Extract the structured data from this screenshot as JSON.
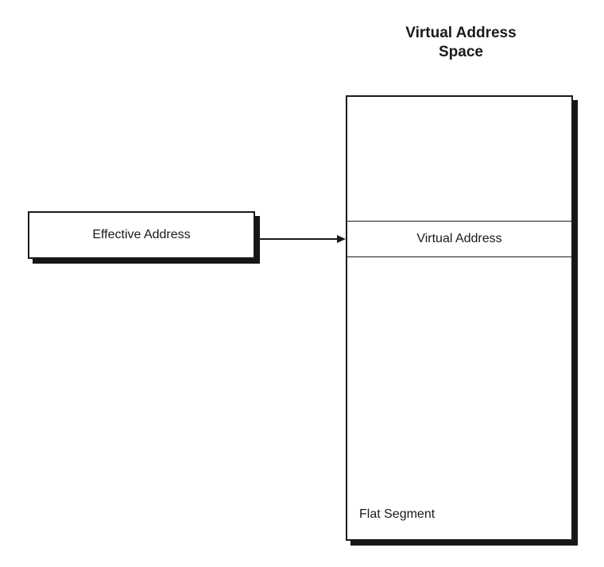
{
  "colors": {
    "line": "#1a1a1a",
    "background": "#ffffff"
  },
  "diagram": {
    "title_lines": [
      "Virtual Address",
      "Space"
    ],
    "effective_address": {
      "label": "Effective Address"
    },
    "virtual_address_band": {
      "label": "Virtual Address"
    },
    "flat_segment": {
      "label": "Flat Segment"
    }
  }
}
